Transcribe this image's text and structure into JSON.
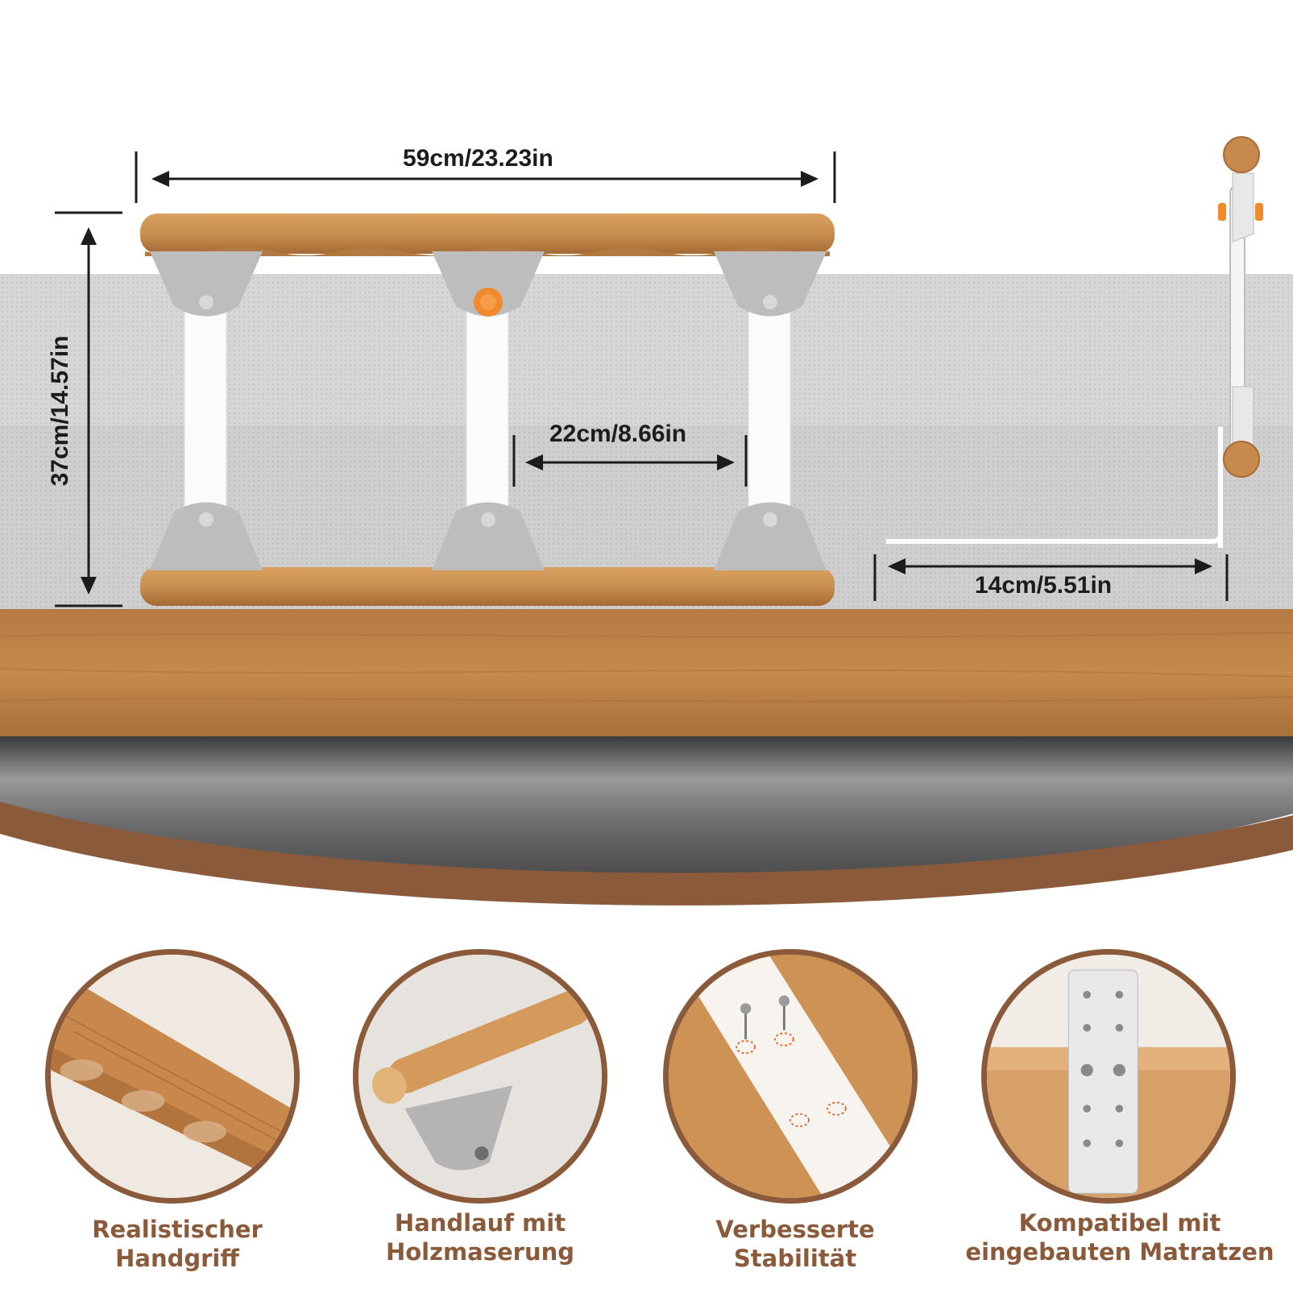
{
  "dimensions": {
    "width_label": "59cm/23.23in",
    "height_label": "37cm/14.57in",
    "gap_label": "22cm/8.66in",
    "depth_label": "14cm/5.51in"
  },
  "features": [
    {
      "line1": "Realistischer",
      "line2": "Handgriff"
    },
    {
      "line1": "Handlauf mit",
      "line2": "Holzmaserung"
    },
    {
      "line1": "Verbesserte",
      "line2": "Stabilität"
    },
    {
      "line1": "Kompatibel mit",
      "line2": "eingebauten Matratzen"
    }
  ],
  "colors": {
    "wood": "#c08040",
    "wood_dark": "#8b5a3a",
    "mattress": "#dcdcdc",
    "bracket": "#b9b9b9",
    "knob": "#f08a2a"
  }
}
